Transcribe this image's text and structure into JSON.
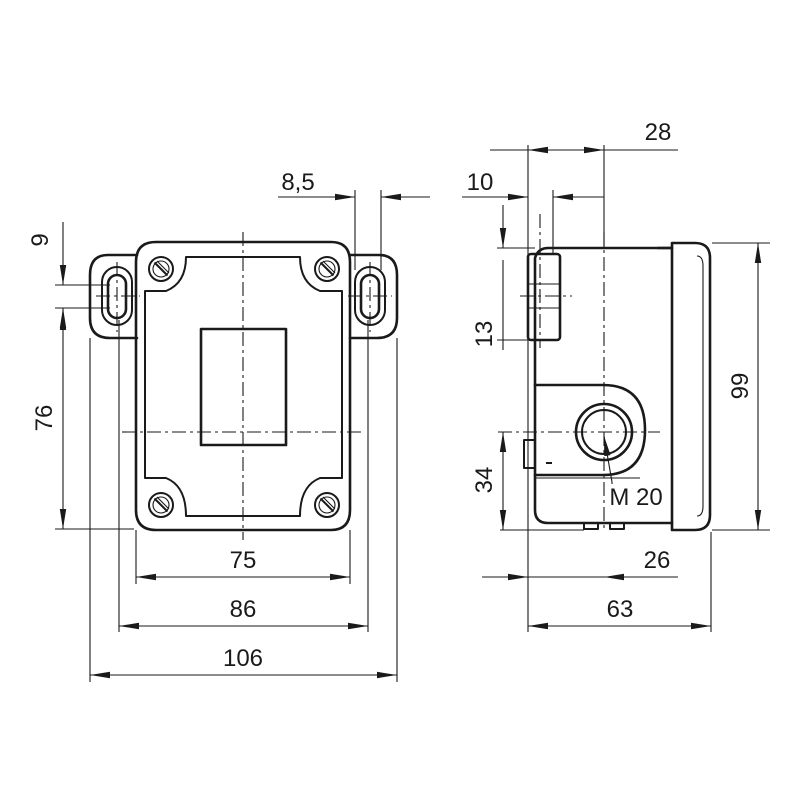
{
  "drawing": {
    "front_view": {
      "dims": {
        "hole_pitch": "8,5",
        "slot_height": "9",
        "slot_vertical_span": "76",
        "width_inner": "75",
        "width_mounting": "86",
        "width_overall": "106"
      }
    },
    "side_view": {
      "dims": {
        "flange_offset": "28",
        "lug_width": "10",
        "lug_height": "13",
        "gland_height": "34",
        "thread": "M 20",
        "gland_offset": "26",
        "depth": "63",
        "height": "99"
      }
    },
    "icons": [
      "screw-icon",
      "mounting-slot-icon",
      "cable-gland-icon"
    ]
  }
}
